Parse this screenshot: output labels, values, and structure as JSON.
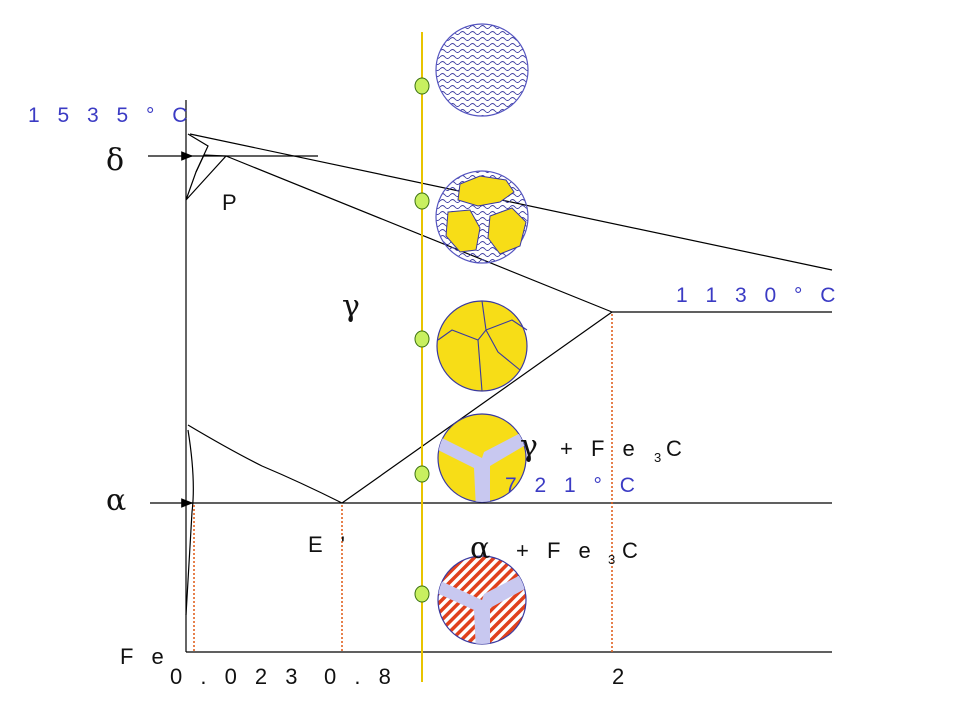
{
  "temperatures": {
    "t1535": "1 5 3 5 ° C",
    "t1130": "1 1 3 0 ° C",
    "t721": "7 2 1 ° C"
  },
  "phases": {
    "delta": "δ",
    "alpha": "α",
    "gamma": "γ",
    "point_p": "P",
    "point_e": "E '",
    "fe": "F e"
  },
  "regions": {
    "gamma_fe3c": {
      "sym": "γ",
      "text": "+   F e",
      "sub": "3",
      "c": "C"
    },
    "alpha_fe3c": {
      "sym": "α",
      "text": "+   F e",
      "sub": "3",
      "c": "C"
    }
  },
  "x_ticks": [
    "0 . 0 2 3",
    "0 . 8",
    "2"
  ],
  "colors": {
    "blue_label": "#3b3bc4",
    "composition_line": "#e8c400",
    "marker": "#c8f060",
    "austenite_grain": "#f7dd17",
    "liquid_pattern": "#3a3aa0",
    "ferrite": "#c8c8f0",
    "cementite_stripe": "#e0401c",
    "guide_line": "#e06020"
  }
}
